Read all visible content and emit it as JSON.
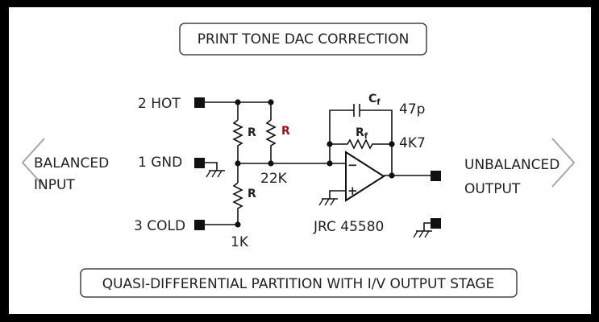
{
  "title": "PRINT TONE DAC CORRECTION",
  "caption": "QUASI-DIFFERENTIAL PARTITION WITH I/V OUTPUT STAGE",
  "input": {
    "line1": "BALANCED",
    "line2": "INPUT",
    "hot": "2 HOT",
    "gnd": "1 GND",
    "cold": "3 COLD"
  },
  "output": {
    "line1": "UNBALANCED",
    "line2": "OUTPUT"
  },
  "components": {
    "r_top": "R",
    "r_red": "R",
    "r_bottom": "R",
    "r_22k": "22K",
    "r_1k": "1K",
    "cf": "C",
    "cf_sub": "f",
    "cf_value": "47p",
    "rf": "R",
    "rf_sub": "f",
    "rf_value": "4K7",
    "opamp_minus": "−",
    "opamp_plus": "+",
    "opamp_part": "JRC 45580"
  },
  "colors": {
    "red_label": "#a01010",
    "wire": "#111111",
    "nav_arrow": "#888888"
  },
  "icons": [
    "chevron-left-icon",
    "chevron-right-icon",
    "ground-symbol"
  ]
}
